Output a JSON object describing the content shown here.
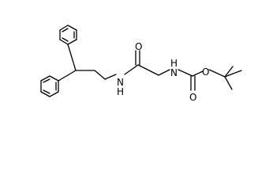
{
  "structure": {
    "atoms": {
      "amide_n": "N",
      "amide_h": "H",
      "carbamate_n": "N",
      "carbamate_h": "H",
      "amide_o": "O",
      "carbonyl_o": "O",
      "ester_o": "O"
    }
  }
}
